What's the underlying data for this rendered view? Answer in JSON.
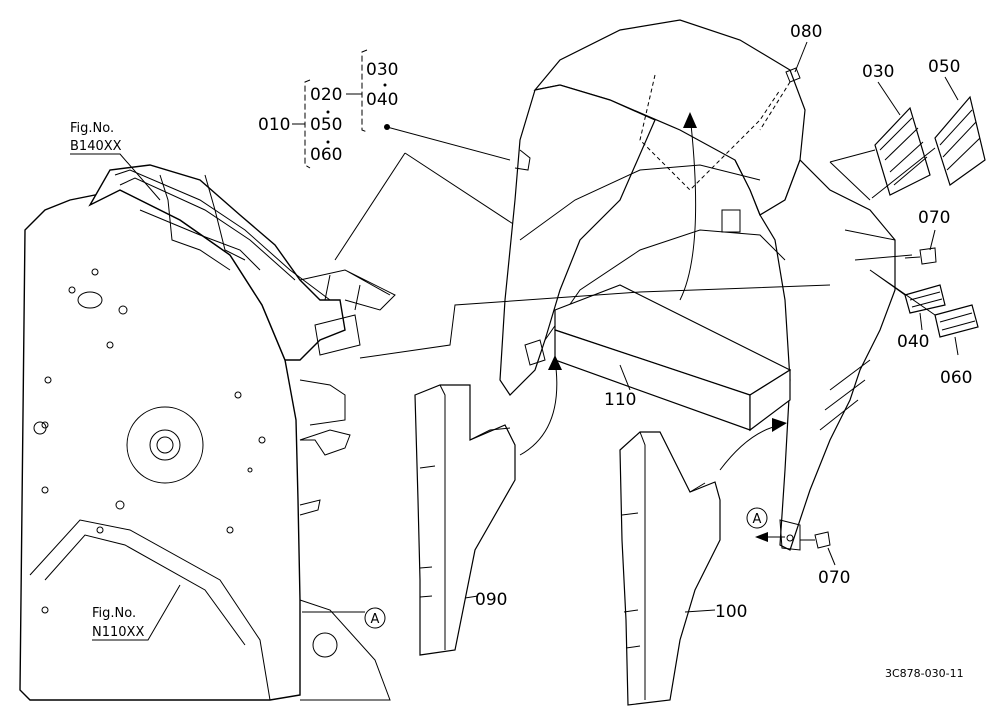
{
  "parts": {
    "p010": "010",
    "p020": "020",
    "p030_group": "030",
    "p040_group": "040",
    "p050_group": "050",
    "p060_group": "060",
    "p080": "080",
    "p030_decal": "030",
    "p050_decal": "050",
    "p070_top": "070",
    "p040_decal": "040",
    "p060_decal": "060",
    "p110": "110",
    "p070_bottom": "070",
    "p090": "090",
    "p100": "100"
  },
  "refs": {
    "fig_b_label": "Fig.No.",
    "fig_b_code": "B140XX",
    "fig_n_label": "Fig.No.",
    "fig_n_code": "N110XX",
    "callout_a": "A"
  },
  "footer": {
    "drawing_code": "3C878-030-11"
  }
}
